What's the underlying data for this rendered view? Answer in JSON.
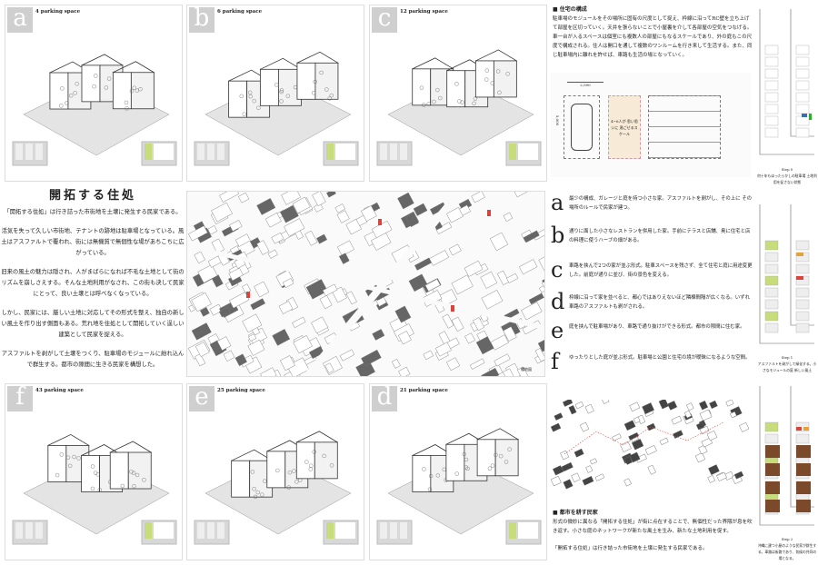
{
  "panels": [
    {
      "id": "a",
      "letter": "a",
      "title": "4 parking space"
    },
    {
      "id": "b",
      "letter": "b",
      "title": "6 parking space"
    },
    {
      "id": "c",
      "letter": "c",
      "title": "12 parking space"
    },
    {
      "id": "f",
      "letter": "f",
      "title": "43 parking space"
    },
    {
      "id": "e",
      "letter": "e",
      "title": "25 parking space"
    },
    {
      "id": "d",
      "letter": "d",
      "title": "21 parking space"
    }
  ],
  "intro": {
    "title": "開拓する住処",
    "lead": "「開拓する住処」は行き詰った市街地を土壌に発生する民家である。",
    "paragraphs": [
      "活気を失って久しい市街地、テナントの跡地は駐車場となっている。風土はアスファルトで覆われ、街には無機質で無個性な場があちこちに広がっている。",
      "旧来の風土の魅力は隠され、人がまばらになれば不毛な土地として街のリズムを崩しさえする。そんな土地利用がなされ、この街も決して民家にとって、良い土壌とは呼べなくなっている。",
      "しかし、民家には、厳しい土地に対応してその形式を整え、独自の新しい風土を作り出す側面もある。荒れ地を住処として開拓していく逞しい建築として民家を捉える。",
      "アスファルトを剥がして土壌をつくり、駐車場のモジュールに紛れ込んで群生する。都市の隙間に生きる民家を構想した。"
    ]
  },
  "map": {
    "signature": "種地図"
  },
  "housing": {
    "heading": "■ 住宅の構成",
    "body": "駐車場のモジュールをその場所に固有の尺度として捉え、枠線に沿ってRC壁を立ち上げて部屋を区切っていく。天井を張らないことで小屋裏を介して各部屋の空気をつなげる。車一台が入るスペースは個室にも複数人の部屋にもなるスケールであり、外の庭もこの尺度で構成される。住人は開口を通して複数のワンルームを行き来して生活する。また、同じ駐車場内に離れを許せば、車路も生活の場となっていく。",
    "dim_width": "2,500",
    "dim_length": "5,000",
    "scale_note": "4~6人が 思い思いに 過ごせるスケール"
  },
  "cases": [
    {
      "letter": "a",
      "text": "最少の構成、ガレージと庭を持つ小さな家。アスファルトを剥がし、その上に その場所のルールで民家が建つ。"
    },
    {
      "letter": "b",
      "text": "通りに面した小さなレストランを併用した家。手前にテラスと店舗、奥に住宅と店の料理に使うハーブの畑がある。"
    },
    {
      "letter": "c",
      "text": "車路を挟んで2つの家が並ぶ形式。駐車スペースを残さず、全て住宅と庭に用途変更した。前庭が通りに並び、街の景色を変える。"
    },
    {
      "letter": "d",
      "text": "枠線に沿って家を並べると、都心ではありえないほど隣棟間隔が広くなる。いずれ車路のアスファルトも剥がされる。"
    },
    {
      "letter": "e",
      "text": "庭を挟んで駐車場があり、車路で通り抜けができる形式。都市の隙間に住む家。"
    },
    {
      "letter": "f",
      "text": "ゆったりとした庭が並ぶ形式。駐車場と公園と住宅の境が曖昧になるような空間。"
    }
  ],
  "city": {
    "heading": "■ 都市を耕す民家",
    "body": "形式の微妙に異なる「開拓する住処」が街に点在することで、無個性だった界隈が息を吹き返す。小さな庭のネットワークが新たな風土を生み、新たな土地利用を促す。",
    "closing": "「開拓する住処」は行き詰った市街地を土壌に発生する民家である。"
  },
  "steps": [
    {
      "label": "Step 0",
      "text": "何十年もほったらかしの駐車場 土地利用を促さない状態"
    },
    {
      "label": "Step 1",
      "text": "アスファルトを剥がして緑化する。小さなモジュールの庭 新しい風土"
    },
    {
      "label": "Step 2",
      "text": "沖縄に建つ小屋のような民家が群生する。車路は街路であり、気候の共同の場となる。"
    }
  ],
  "colors": {
    "green": "#c7dc7a",
    "orange": "#f7ead6",
    "brown": "#7a4a2a",
    "red": "#d9453a",
    "gray": "#cfcfcf"
  }
}
